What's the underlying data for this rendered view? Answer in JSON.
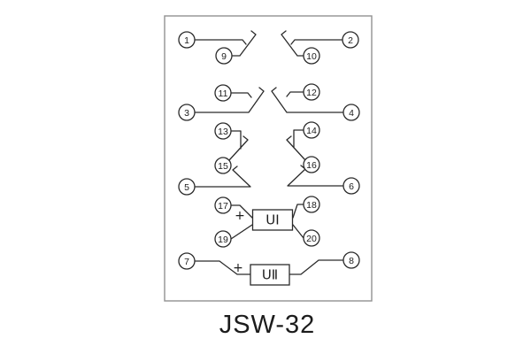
{
  "caption": "JSW-32",
  "diagram": {
    "u1_label": "UⅠ",
    "u2_label": "UⅡ",
    "plus_u1": "+",
    "plus_u2": "+",
    "terminals": {
      "t1": "1",
      "t2": "2",
      "t3": "3",
      "t4": "4",
      "t5": "5",
      "t6": "6",
      "t7": "7",
      "t8": "8",
      "t9": "9",
      "t10": "10",
      "t11": "11",
      "t12": "12",
      "t13": "13",
      "t14": "14",
      "t15": "15",
      "t16": "16",
      "t17": "17",
      "t18": "18",
      "t19": "19",
      "t20": "20"
    }
  },
  "colors": {
    "background": "#ffffff",
    "wire": "#2b2b2b",
    "outline": "#919191",
    "text": "#1d1d1d"
  }
}
